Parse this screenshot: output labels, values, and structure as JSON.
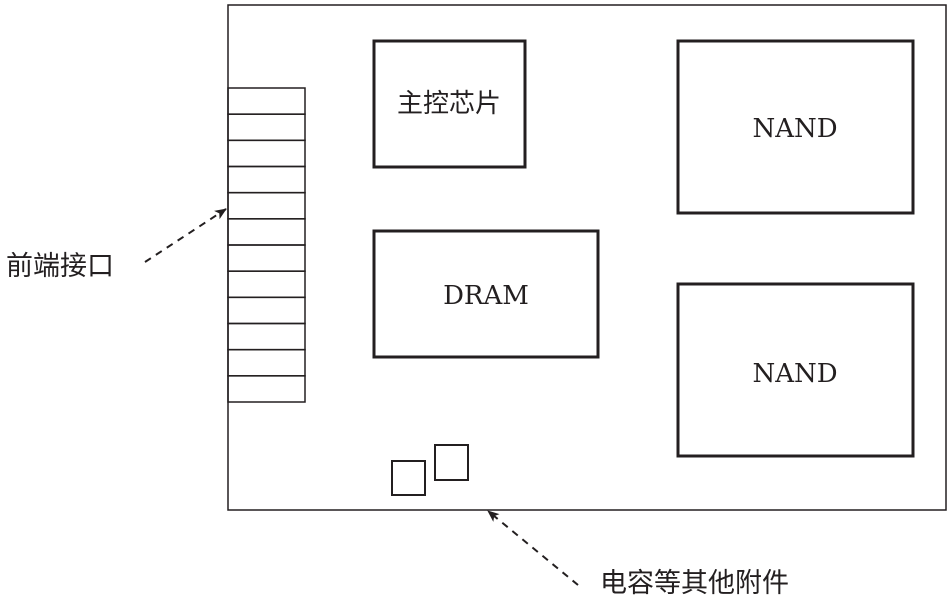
{
  "labels": {
    "controller": "主控芯片",
    "nand_top": "NAND",
    "dram": "DRAM",
    "nand_bottom": "NAND",
    "front_interface": "前端接口",
    "capacitors": "电容等其他附件"
  },
  "connector": {
    "pin_count": 12
  },
  "colors": {
    "stroke": "#231f20",
    "background": "#ffffff"
  }
}
